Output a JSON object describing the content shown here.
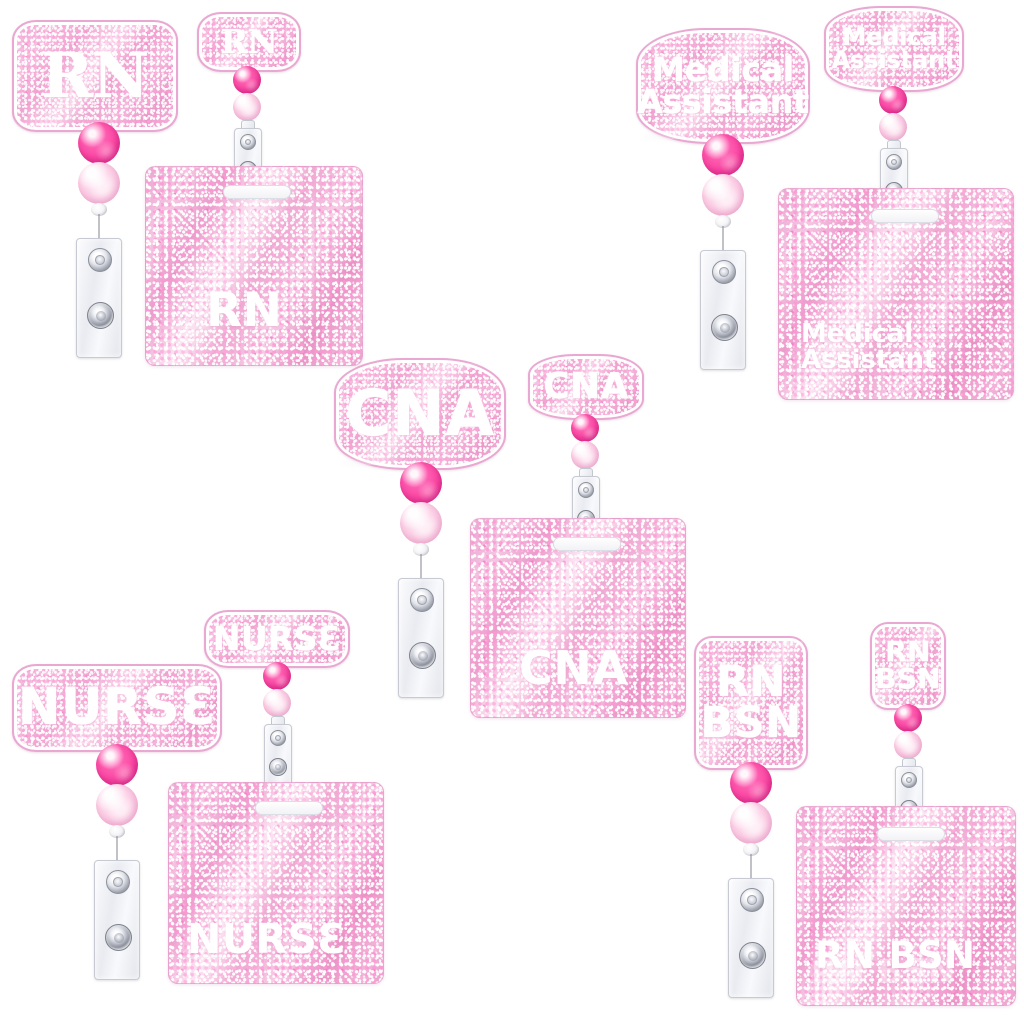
{
  "scene": {
    "title": "Pink Glitter Nurse Badge Reel and Badge Card Collage",
    "background_color": "#ffffff",
    "palette": {
      "glitter_pink": "#f0a4cc",
      "glitter_pink_light": "#f7d2e9",
      "hot_pink_bead": "#fb4da6",
      "pale_pink_bead": "#fcd4e8",
      "charm_outline_white": "#ffffff",
      "charm_edge_pink": "#e9a8d2",
      "text_white": "#ffffff",
      "hardware_silver": "#b9bcc6"
    }
  },
  "products": [
    {
      "id": "rn",
      "charm_text": "RN",
      "charm_font": "block",
      "charm_shape": "wave",
      "card_label": "RN",
      "beads": [
        "hot-pink",
        "pale-pink",
        "clear-spacer"
      ],
      "hardware": [
        "swivel-alligator-clip",
        "metal-grommet",
        "snap-button"
      ]
    },
    {
      "id": "medical-assistant",
      "charm_text": "Medical\nAssistant",
      "charm_font": "marker",
      "charm_shape": "cloud",
      "card_label": "Medical\nAssistant",
      "beads": [
        "hot-pink",
        "pale-pink",
        "clear-spacer"
      ],
      "hardware": [
        "swivel-alligator-clip",
        "metal-grommet",
        "snap-button"
      ]
    },
    {
      "id": "cna",
      "charm_text": "CNA",
      "charm_font": "bubble",
      "charm_shape": "cloud",
      "card_label": "CNA",
      "beads": [
        "hot-pink",
        "pale-pink",
        "clear-spacer"
      ],
      "hardware": [
        "swivel-alligator-clip",
        "metal-grommet",
        "snap-button"
      ]
    },
    {
      "id": "nurse",
      "charm_text": "NURSƐ",
      "charm_font": "bubble",
      "charm_shape": "wave",
      "card_label": "NURSƐ",
      "beads": [
        "hot-pink",
        "pale-pink",
        "clear-spacer"
      ],
      "hardware": [
        "swivel-alligator-clip",
        "metal-grommet",
        "snap-button"
      ]
    },
    {
      "id": "rn-bsn",
      "charm_text": "RN\nBSN",
      "charm_font": "bubble",
      "charm_shape": "stack",
      "card_label": "RN BSN",
      "card_watermark": "RN BSN",
      "beads": [
        "hot-pink",
        "pale-pink",
        "clear-spacer"
      ],
      "hardware": [
        "swivel-alligator-clip",
        "metal-grommet",
        "snap-button"
      ]
    }
  ]
}
